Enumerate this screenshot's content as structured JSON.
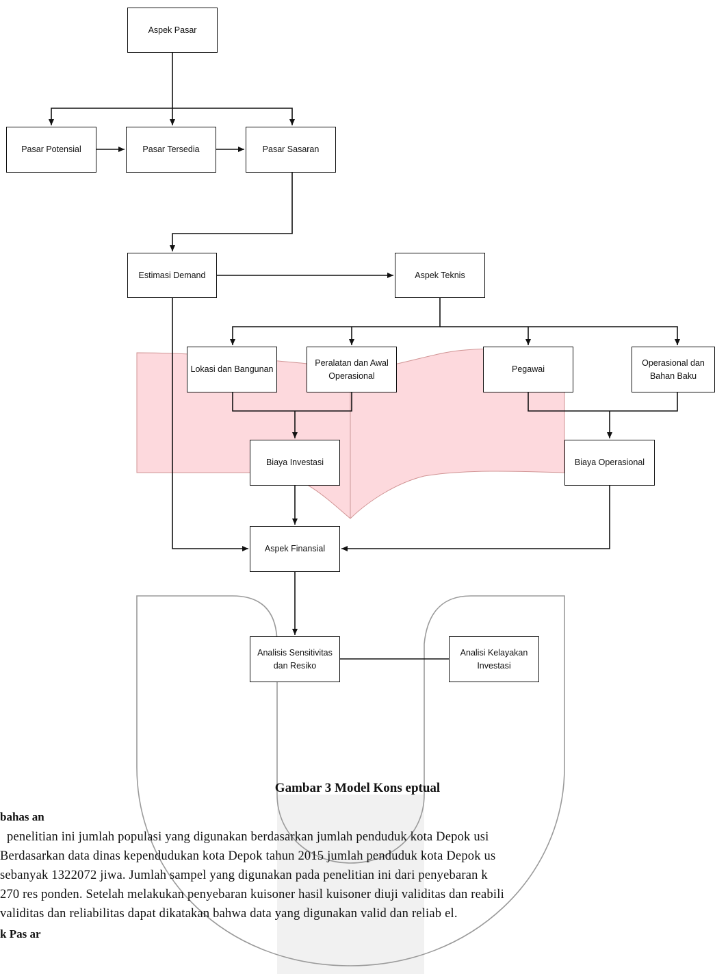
{
  "diagram": {
    "nodes": {
      "aspek_pasar": "Aspek Pasar",
      "pasar_potensial": "Pasar Potensial",
      "pasar_tersedia": "Pasar Tersedia",
      "pasar_sasaran": "Pasar Sasaran",
      "estimasi_demand": "Estimasi Demand",
      "aspek_teknis": "Aspek Teknis",
      "lokasi_bangunan": "Lokasi dan Bangunan",
      "peralatan": "Peralatan dan Awal Operasional",
      "pegawai": "Pegawai",
      "operasional_bahan": "Operasional dan Bahan Baku",
      "biaya_investasi": "Biaya Investasi",
      "biaya_operasional": "Biaya Operasional",
      "aspek_finansial": "Aspek Finansial",
      "analisis_sensitivitas": "Analisis Sensitivitas dan Resiko",
      "analisi_kelayakan": "Analisi Kelayakan Investasi"
    }
  },
  "caption": "Gambar   3 Model  Kons eptual",
  "section_heading": "bahas an",
  "paragraph_lines": [
    "penelitian  ini  jumlah  populasi yang  digunakan  berdasarkan  jumlah  penduduk kota  Depok  usi",
    "Berdasarkan  data  dinas  kependudukan  kota  Depok  tahun  2015 jumlah  penduduk kota  Depok  us",
    "sebanyak  1322072  jiwa.  Jumlah  sampel yang  digunakan  pada  penelitian  ini dari penyebaran  k",
    "270  res ponden.  Setelah  melakukan  penyebaran  kuisoner hasil kuisoner diuji validitas  dan  reabili",
    "validitas  dan reliabilitas  dapat dikatakan  bahwa data yang digunakan  valid  dan reliab el."
  ],
  "subheading": "k  Pas ar",
  "colors": {
    "watermark_fill": "#fdd5da",
    "watermark_stroke": "#9a9a9a",
    "line": "#111111"
  }
}
